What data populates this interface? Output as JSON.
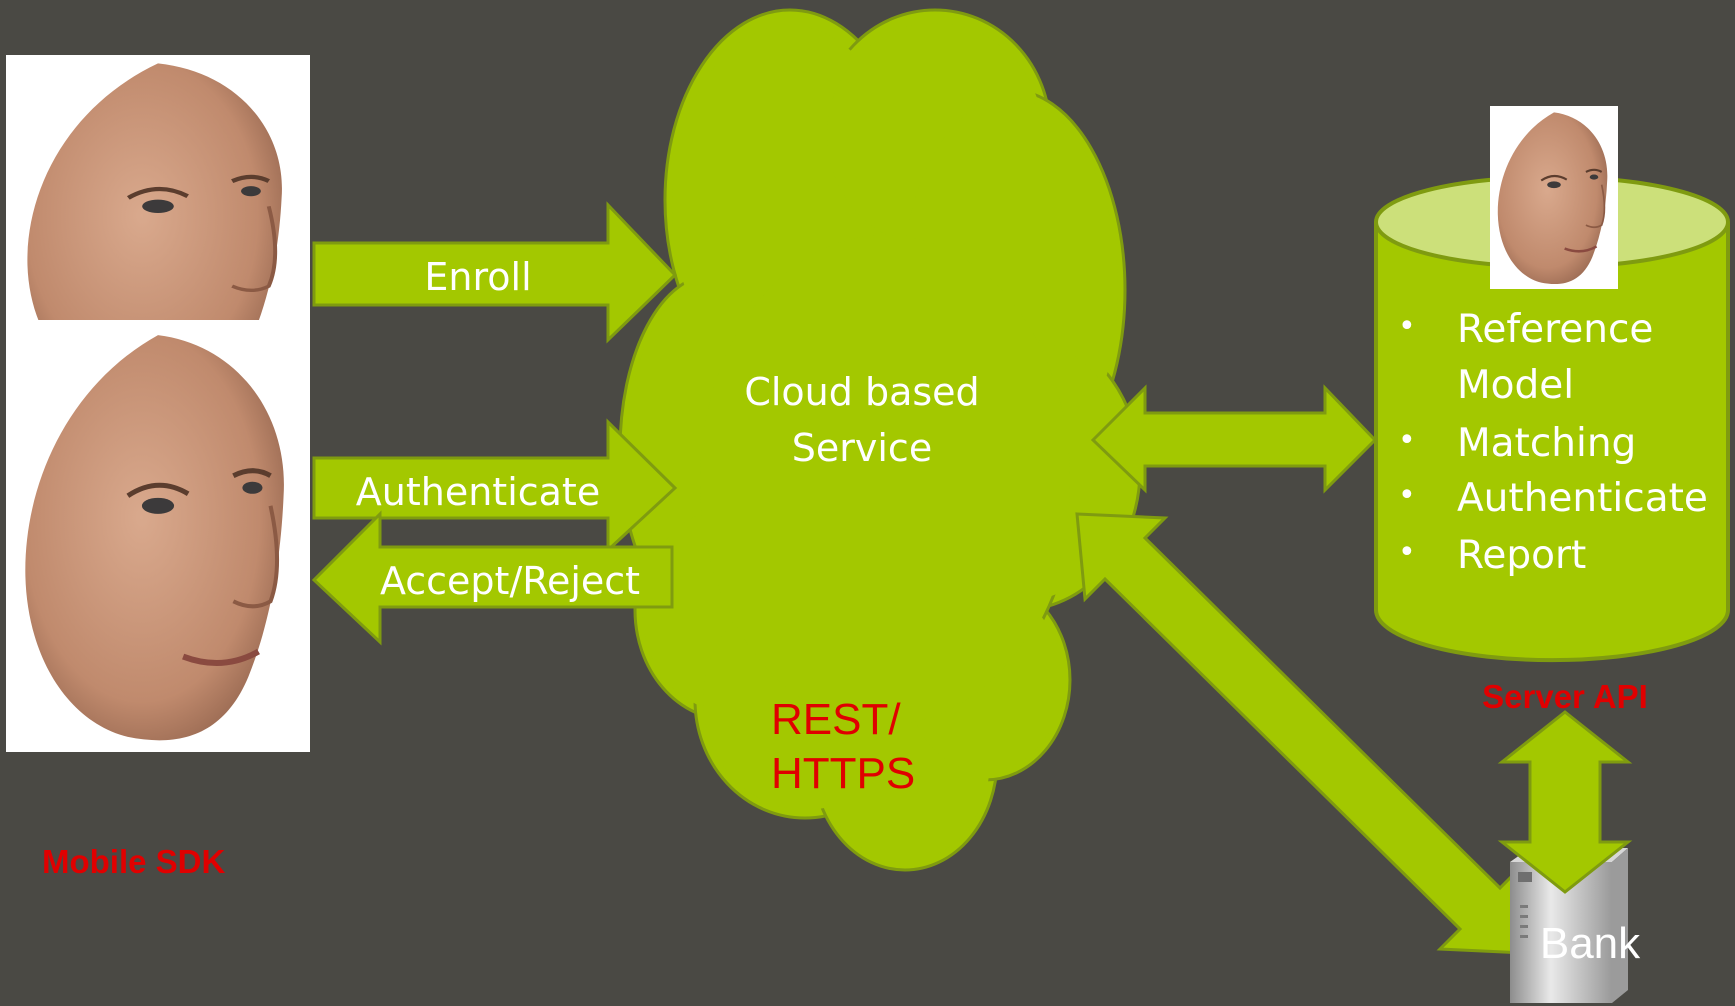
{
  "colors": {
    "background": "#4a4944",
    "accent_green": "#a3c800",
    "green_outline": "#7f9b10",
    "light_green": "#cce07a",
    "label_red": "#e00000"
  },
  "left_panel": {
    "photo_top_icon": "face-photo",
    "photo_bottom_icon": "face-photo",
    "caption": "Mobile SDK"
  },
  "arrows": {
    "enroll": "Enroll",
    "authenticate": "Authenticate",
    "accept_reject": "Accept/Reject"
  },
  "cloud": {
    "title_line1": "Cloud based",
    "title_line2": "Service",
    "protocol_line1": "REST/",
    "protocol_line2": "HTTPS"
  },
  "database": {
    "photo_icon": "face-photo",
    "bullets": [
      [
        "Reference",
        "Model"
      ],
      [
        "Matching"
      ],
      [
        "Authenticate"
      ],
      [
        "Report"
      ]
    ],
    "caption": "Server API"
  },
  "bank": {
    "icon": "server-tower",
    "label": "Bank"
  }
}
